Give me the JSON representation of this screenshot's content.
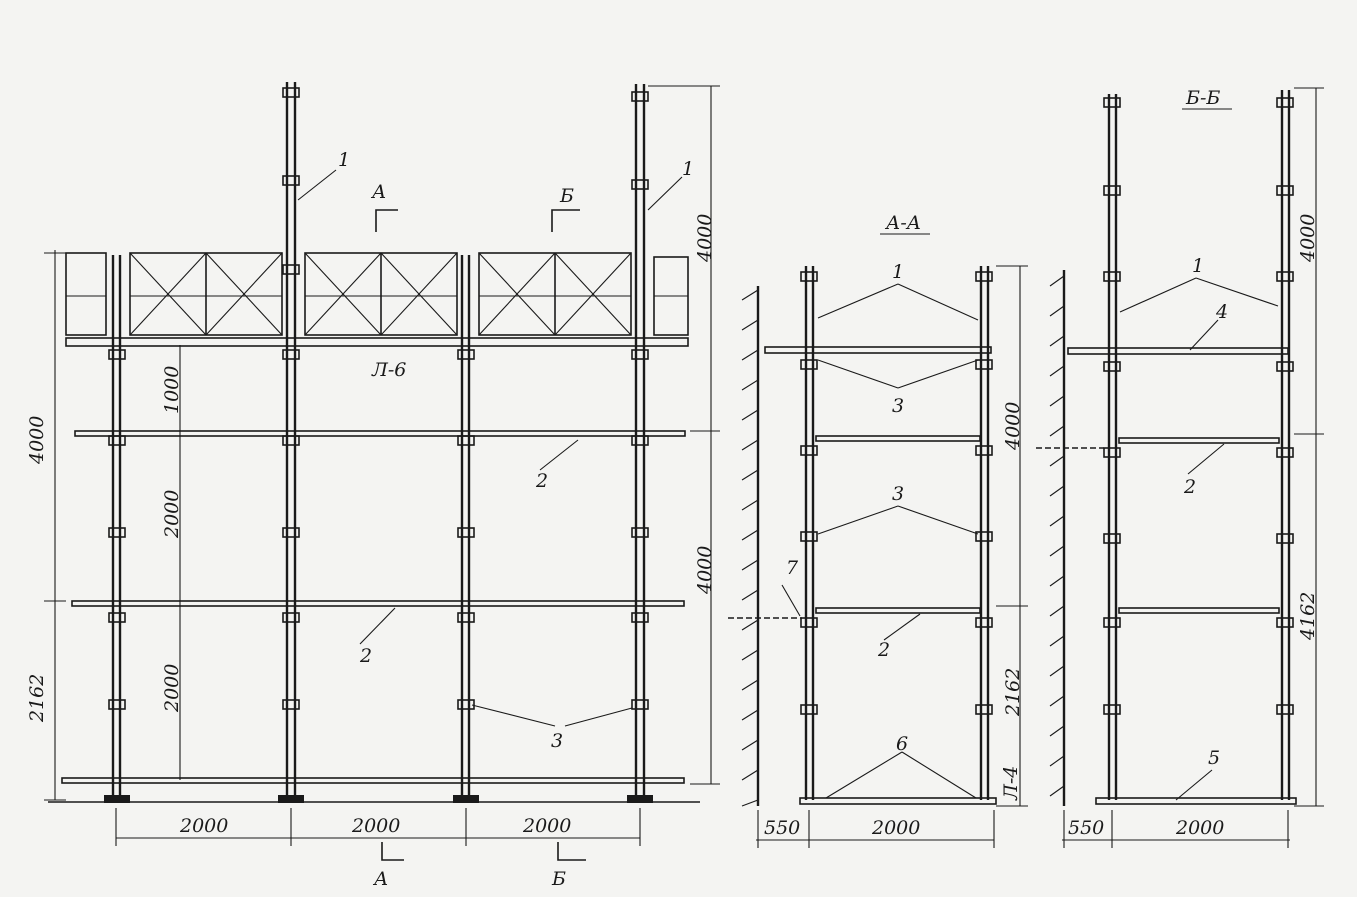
{
  "front_view": {
    "top_dims": {
      "span_1": "1000",
      "span_2": "2000",
      "span_3": "2000"
    },
    "left_dims": {
      "upper": "4000",
      "lower": "2162"
    },
    "right_dims": {
      "upper": "4000",
      "lower": "4000"
    },
    "bottom_dims": [
      "2000",
      "2000",
      "2000"
    ],
    "section_a": "А",
    "section_b": "Б",
    "deck_label": "Л-6",
    "callouts": {
      "post_left": "1",
      "post_right": "1",
      "ledger_upper": "2",
      "ledger_lower": "2",
      "coupler": "3"
    }
  },
  "section_aa": {
    "title": "А-А",
    "dims": {
      "upper": "4000",
      "lower": "2162",
      "bottom_left": "550",
      "bottom_right": "2000"
    },
    "callouts": {
      "posts": "1",
      "couplers_top": "3",
      "couplers_mid": "3",
      "ledger": "2",
      "base": "6",
      "anchor": "7"
    },
    "ladder_label": "Л-4"
  },
  "section_bb": {
    "title": "Б-Б",
    "dims": {
      "upper": "4000",
      "lower": "4162",
      "bottom_left": "550",
      "bottom_right": "2000"
    },
    "callouts": {
      "posts": "1",
      "deck": "4",
      "ledger": "2",
      "base": "5"
    }
  }
}
